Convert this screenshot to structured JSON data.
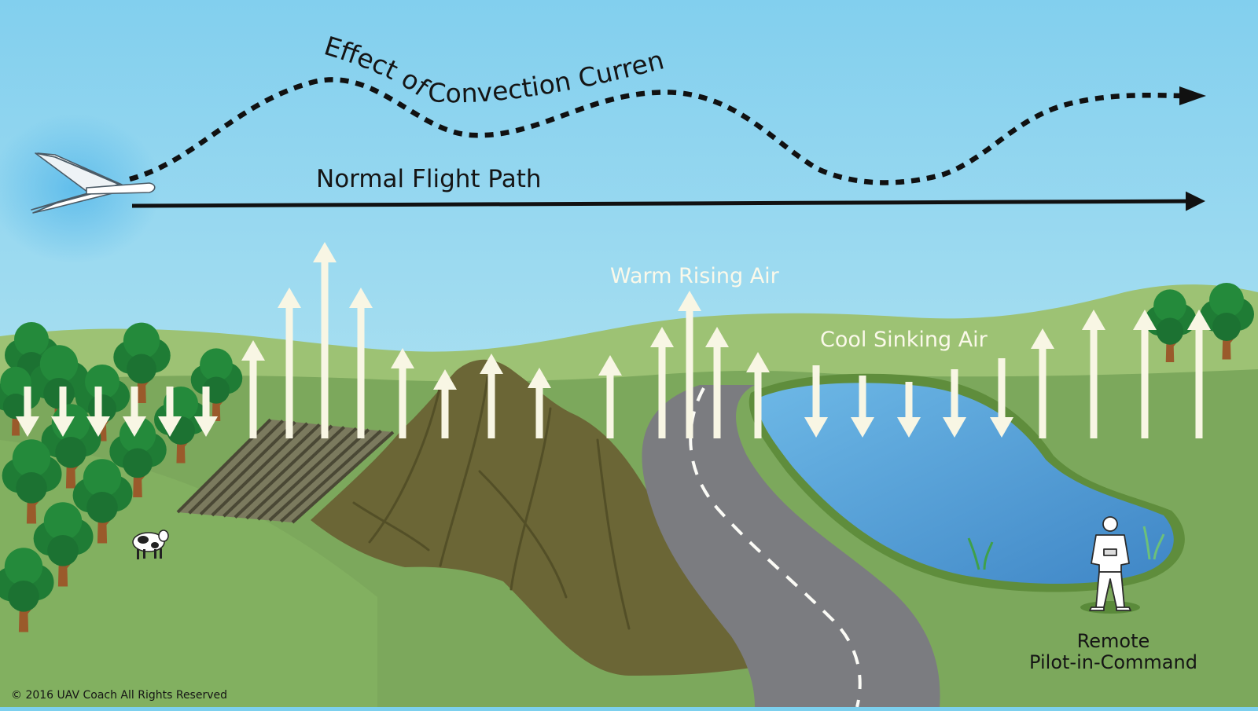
{
  "labels": {
    "effect": "Effect of Convection Current",
    "normal": "Normal Flight Path",
    "warm": "Warm Rising Air",
    "cool": "Cool Sinking Air",
    "pilot_line1": "Remote",
    "pilot_line2": "Pilot-in-Command",
    "copyright": "© 2016 UAV Coach All Rights Reserved"
  },
  "icons": [
    "fixed-wing-drone-icon",
    "cow-icon",
    "pilot-figure-icon",
    "tree-icon",
    "rising-air-arrow-icon",
    "sinking-air-arrow-icon"
  ],
  "colors": {
    "sky_top": "#7fcdec",
    "sky_bottom": "#b7e6f3",
    "hill_far": "#99bf6e",
    "grass": "#79a65a",
    "mountain": "#6d6837",
    "road": "#7b7c7f",
    "lake": "#5aa8dc",
    "tree": "#1e7d36",
    "arrow": "#f8f6e4",
    "path": "#111111"
  }
}
